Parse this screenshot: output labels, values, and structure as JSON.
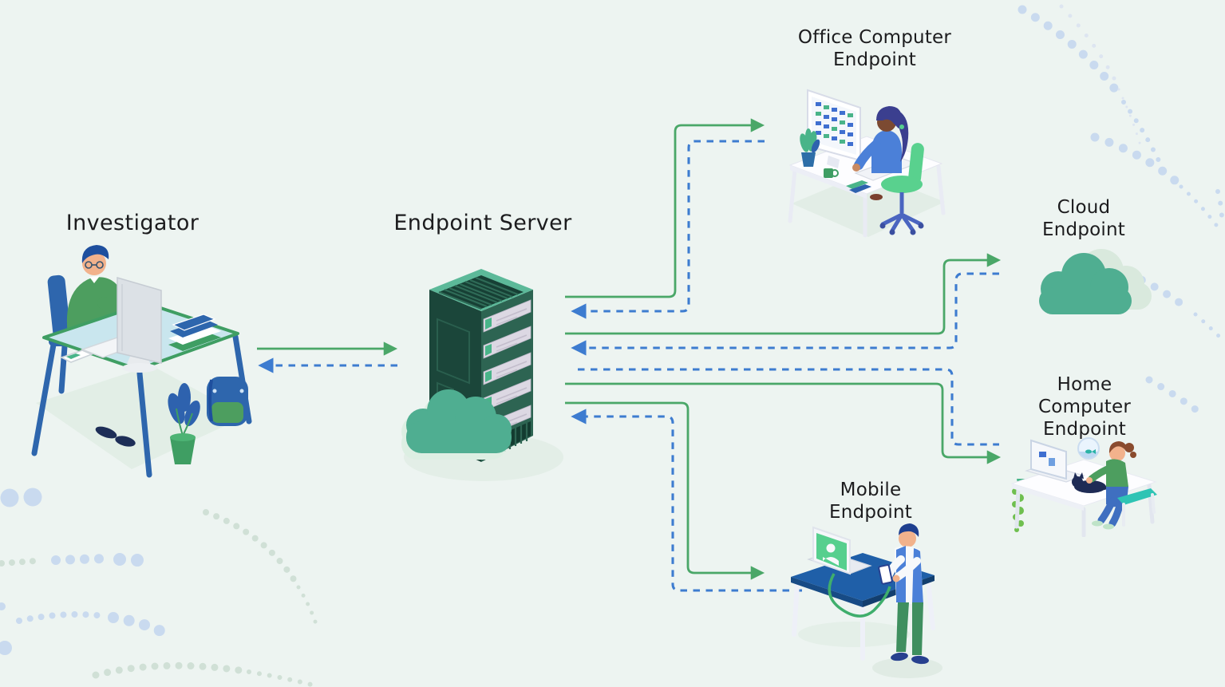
{
  "theme": {
    "bg": "#edf4f1",
    "ink": "#1c1c1e",
    "green": "#4aa768",
    "blue": "#3d7cd0",
    "teal": "#4fae91",
    "teal-shadow": "#d9e9dd",
    "dot-blue": "#c9daef",
    "dot-sage": "#d0e0d6"
  },
  "nodes": {
    "investigator": {
      "label": "Investigator"
    },
    "server": {
      "label": "Endpoint Server"
    },
    "office": {
      "label": "Office Computer\nEndpoint"
    },
    "cloud": {
      "label": "Cloud\nEndpoint"
    },
    "home": {
      "label": "Home Computer\nEndpoint"
    },
    "mobile": {
      "label": "Mobile\nEndpoint"
    }
  },
  "edges": [
    {
      "from": "investigator",
      "to": "server",
      "style": "solid",
      "color": "#4aa768",
      "arrowhead": true
    },
    {
      "from": "server",
      "to": "investigator",
      "style": "dashed",
      "color": "#3d7cd0",
      "arrowhead": true
    },
    {
      "from": "server",
      "to": "office",
      "style": "solid",
      "color": "#4aa768",
      "arrowhead": true
    },
    {
      "from": "office",
      "to": "server",
      "style": "dashed",
      "color": "#3d7cd0",
      "arrowhead": true
    },
    {
      "from": "server",
      "to": "cloud",
      "style": "solid",
      "color": "#4aa768",
      "arrowhead": true
    },
    {
      "from": "cloud",
      "to": "server",
      "style": "dashed",
      "color": "#3d7cd0",
      "arrowhead": true
    },
    {
      "from": "server",
      "to": "home",
      "style": "dashed",
      "color": "#3d7cd0",
      "arrowhead": false
    },
    {
      "from": "server",
      "to": "home",
      "style": "solid",
      "color": "#4aa768",
      "arrowhead": true
    },
    {
      "from": "server",
      "to": "mobile",
      "style": "solid",
      "color": "#4aa768",
      "arrowhead": true
    },
    {
      "from": "mobile",
      "to": "server",
      "style": "dashed",
      "color": "#3d7cd0",
      "arrowhead": true
    }
  ],
  "icons": {
    "investigator": "person-at-desk-illustration",
    "server": "server-rack-with-cloud-illustration",
    "office": "worker-at-office-desk-illustration",
    "cloud": "cloud-icon",
    "home": "person-at-home-table-illustration",
    "mobile": "person-with-phone-and-laptop-illustration"
  }
}
